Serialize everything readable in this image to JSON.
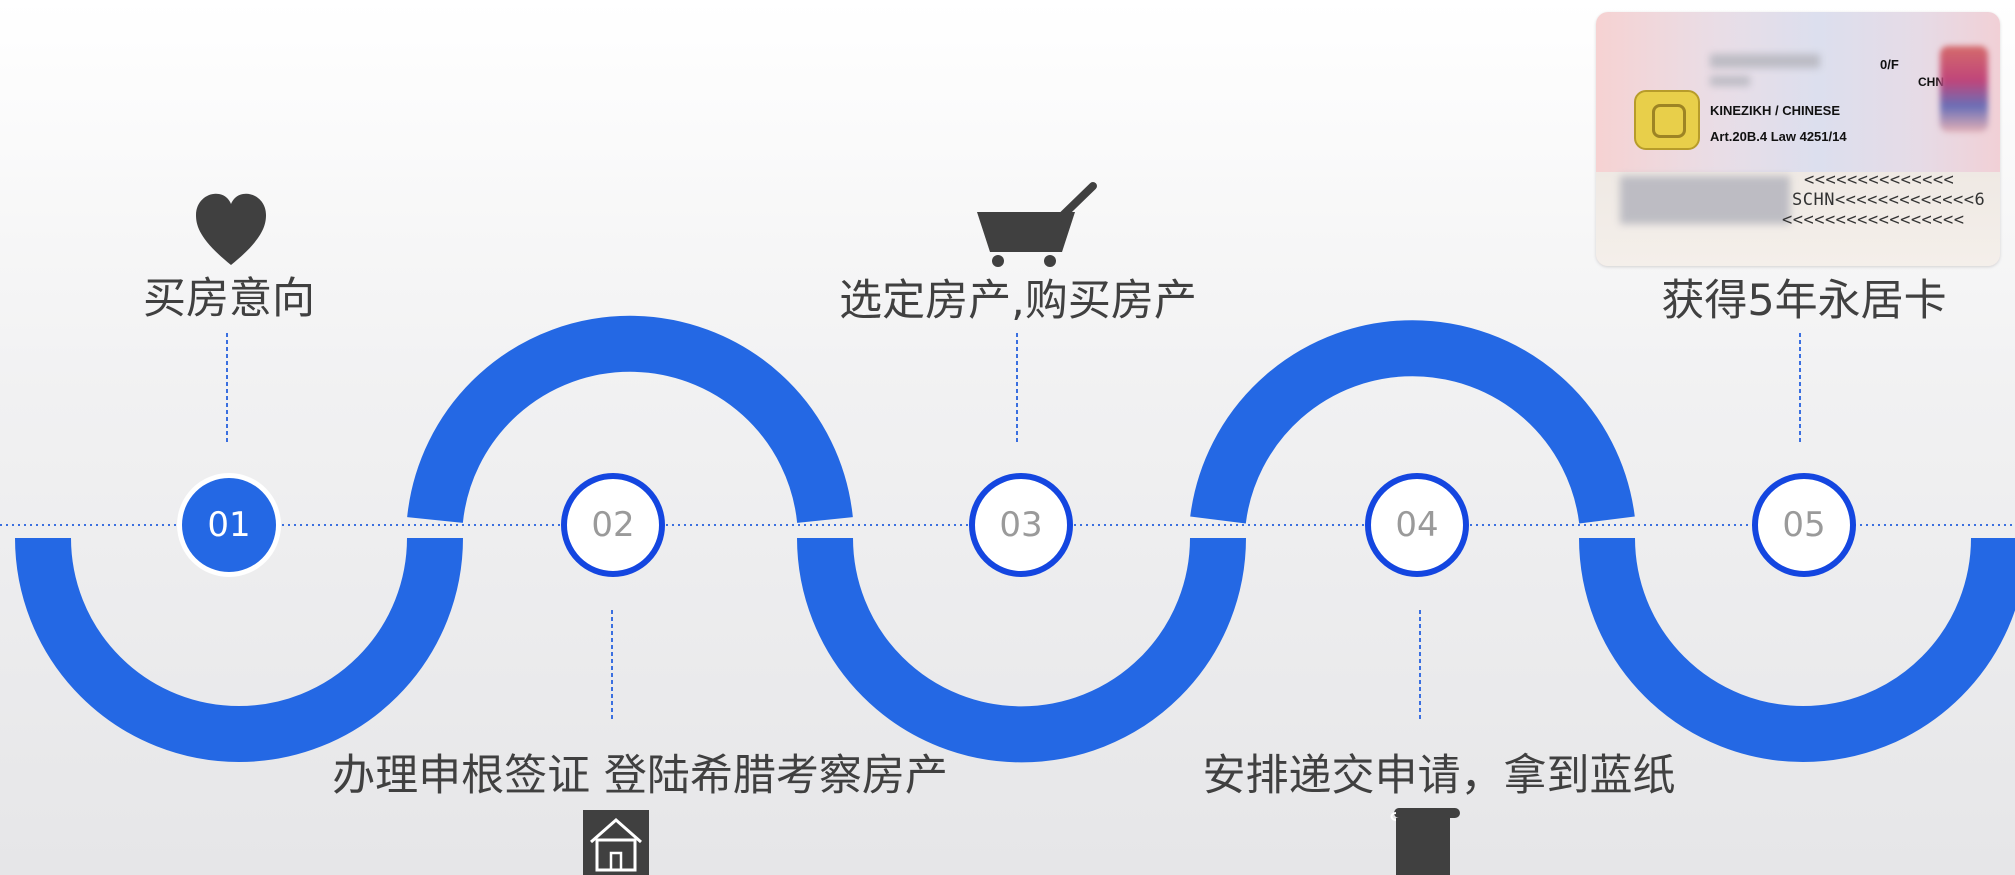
{
  "steps": [
    {
      "number": "01",
      "label": "买房意向",
      "icon": "heart-icon",
      "active": true
    },
    {
      "number": "02",
      "label": "办理申根签证 登陆希腊考察房产",
      "icon": "house-icon",
      "active": false
    },
    {
      "number": "03",
      "label": "选定房产,购买房产",
      "icon": "shopping-cart-icon",
      "active": false
    },
    {
      "number": "04",
      "label": "安排递交申请，拿到蓝纸",
      "icon": "scroll-document-icon",
      "active": false
    },
    {
      "number": "05",
      "label": "获得5年永居卡",
      "icon": "residence-card-image",
      "active": false
    }
  ],
  "id_card": {
    "header_text": "0/F",
    "country_code": "CHN",
    "nationality": "KINEZIKH / CHINESE",
    "remarks": "Art.20B.4 Law 4251/14",
    "mrz_line1": "<<<<<<<<<<<<<<",
    "mrz_line2": "SCHN<<<<<<<<<<<<<6",
    "mrz_line3": "<<<<<<<<<<<<<<<<<"
  },
  "colors": {
    "wave": "#2468e4",
    "circle_border": "#1446e0",
    "active_fill": "#2468e4",
    "label_text": "#404040",
    "icon": "#404040",
    "dotted_line": "#3a6fe0"
  }
}
